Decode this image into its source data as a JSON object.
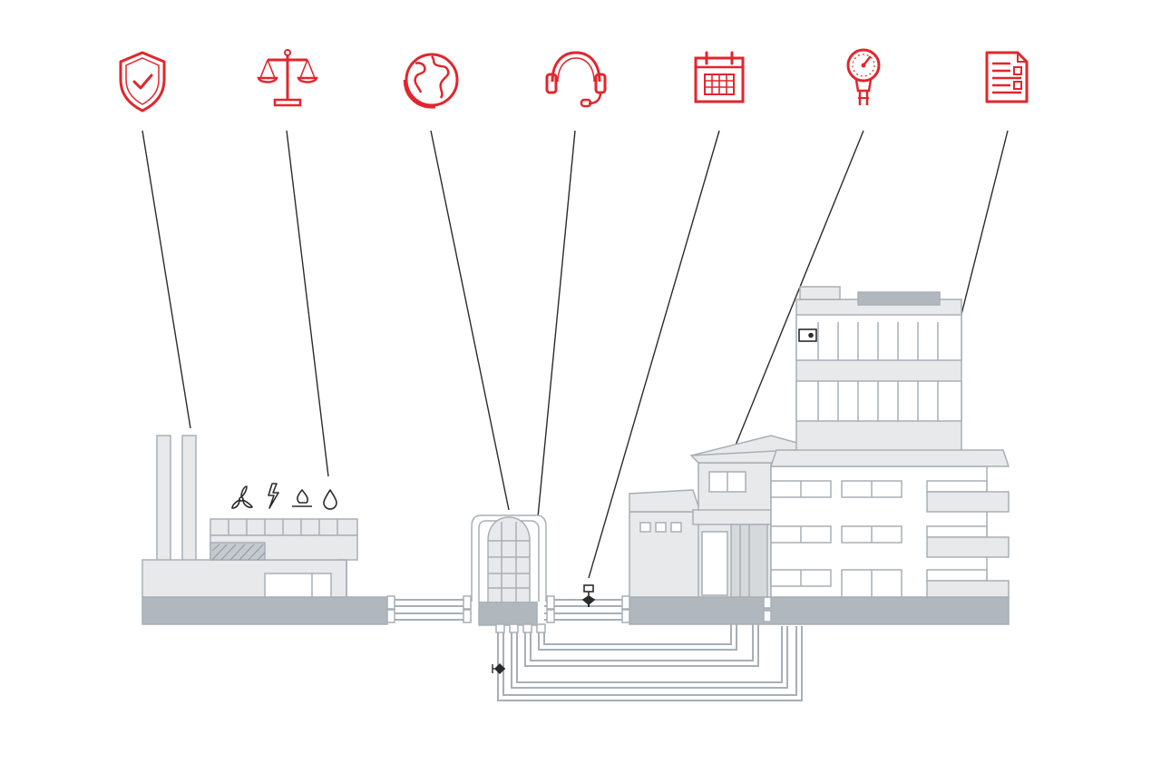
{
  "colors": {
    "accent": "#e1262d",
    "ink": "#2b2b2b",
    "building_fill": "#e8e9eb",
    "building_stroke": "#a7afb6",
    "ground": "#b0b7bd",
    "pipe": "#a7afb6",
    "background": "#ffffff"
  },
  "icons": [
    {
      "name": "shield-check-icon"
    },
    {
      "name": "balance-scale-icon"
    },
    {
      "name": "globe-icon"
    },
    {
      "name": "headset-icon"
    },
    {
      "name": "calendar-icon"
    },
    {
      "name": "pressure-gauge-icon"
    },
    {
      "name": "document-icon"
    }
  ],
  "energy_sources": [
    {
      "name": "wind-turbine-icon"
    },
    {
      "name": "lightning-icon"
    },
    {
      "name": "gas-flame-icon"
    },
    {
      "name": "water-drop-icon"
    }
  ],
  "scene": {
    "elements": [
      "power-plant",
      "distribution-station",
      "valve",
      "residential-building",
      "office-building",
      "district-heating-pipes"
    ]
  }
}
